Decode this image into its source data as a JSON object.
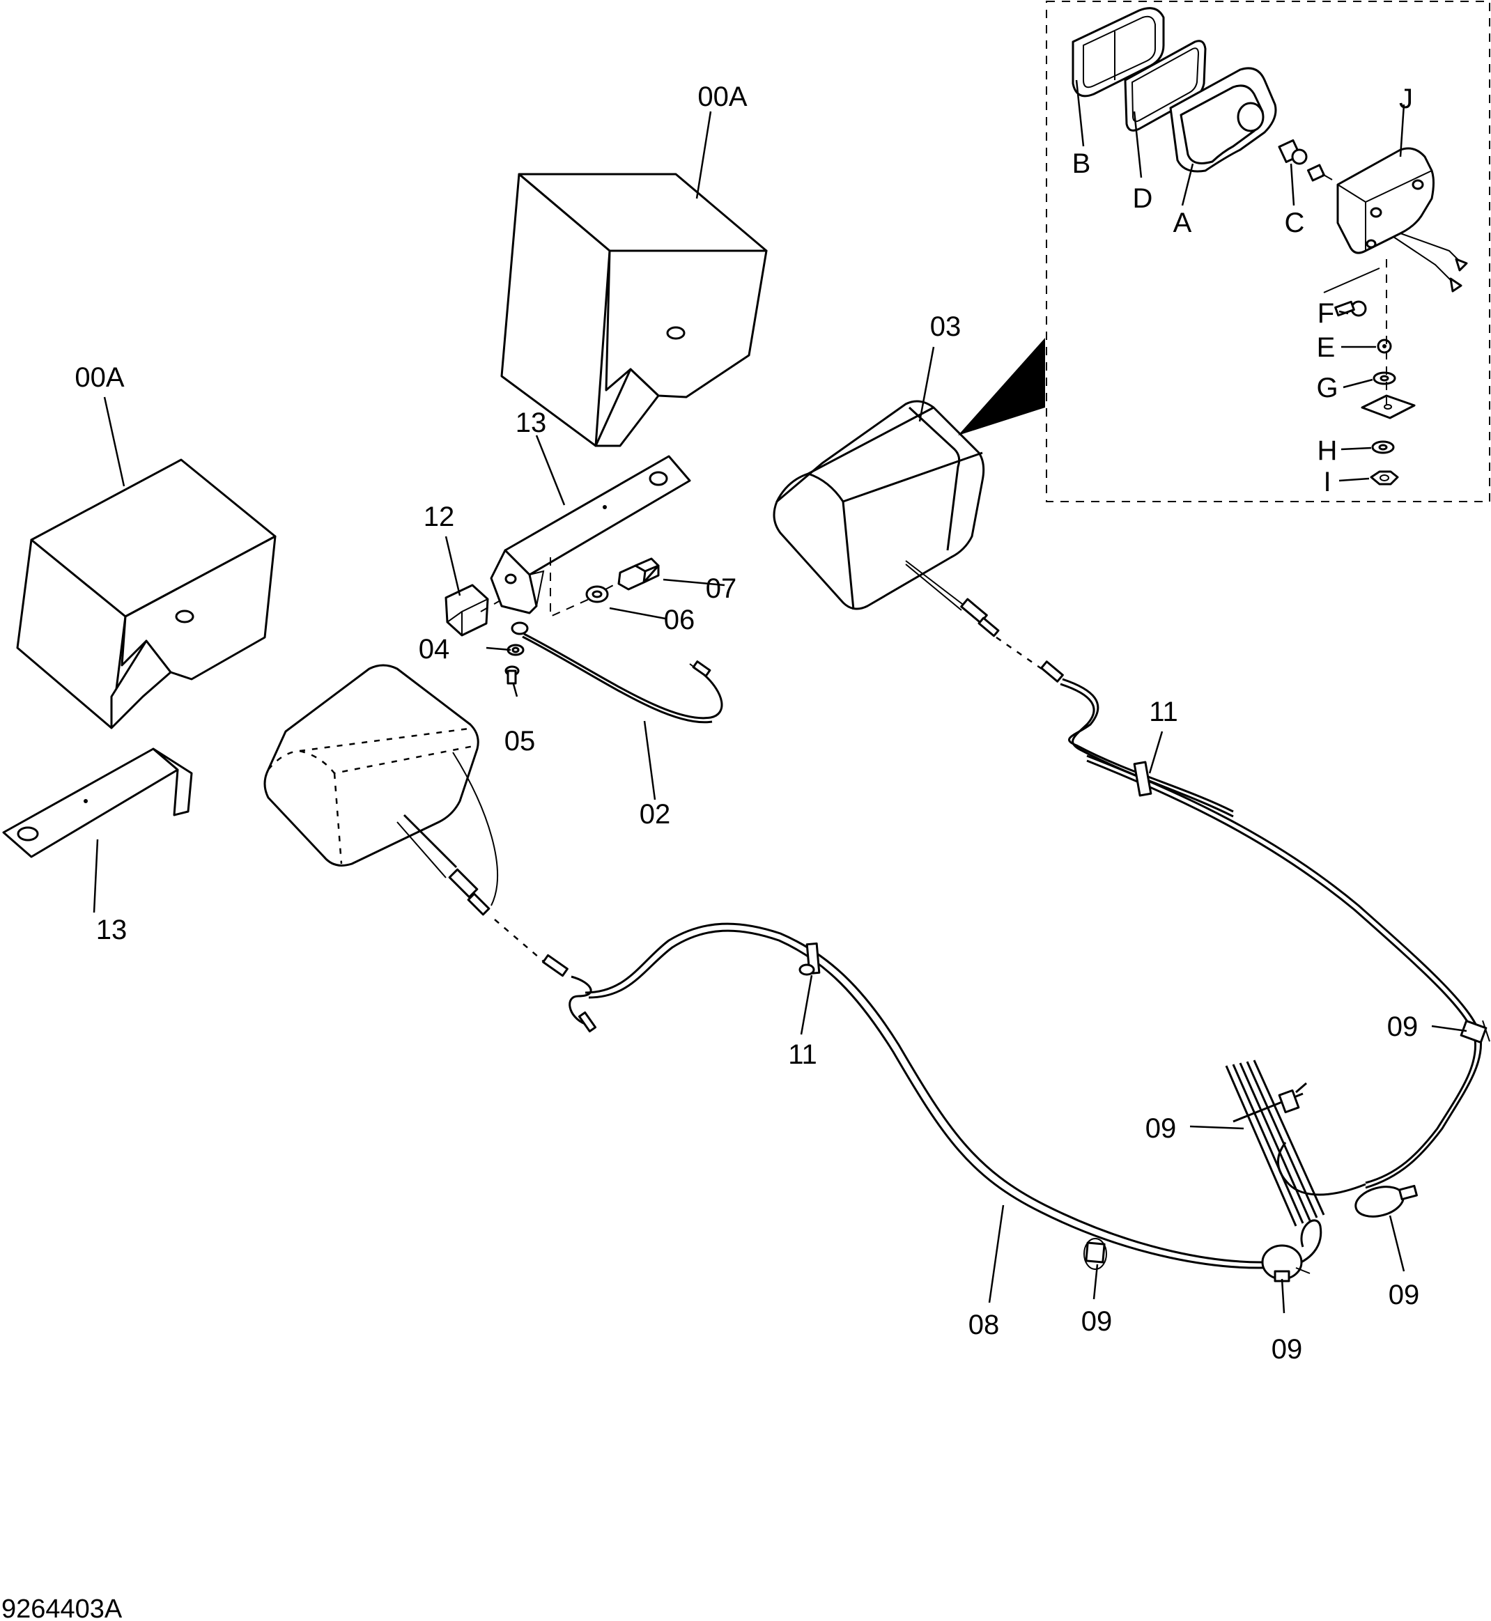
{
  "drawing_number": "9264403A",
  "labels": {
    "cover_top": "00A",
    "cover_left": "00A",
    "bracket_top": "13",
    "bracket_left": "13",
    "nut_12": "12",
    "washer_04": "04",
    "screw_05": "05",
    "washer_06": "06",
    "bolt_07": "07",
    "cable_02": "02",
    "lamp_03": "03",
    "clip_11_top": "11",
    "clip_11_mid": "11",
    "harness_08": "08",
    "tie_09_a": "09",
    "tie_09_b": "09",
    "tie_09_c": "09",
    "tie_09_d": "09",
    "tie_09_e": "09"
  },
  "inset_labels": {
    "A": "A",
    "B": "B",
    "C": "C",
    "D": "D",
    "E": "E",
    "F": "F",
    "G": "G",
    "H": "H",
    "I": "I",
    "J": "J"
  }
}
